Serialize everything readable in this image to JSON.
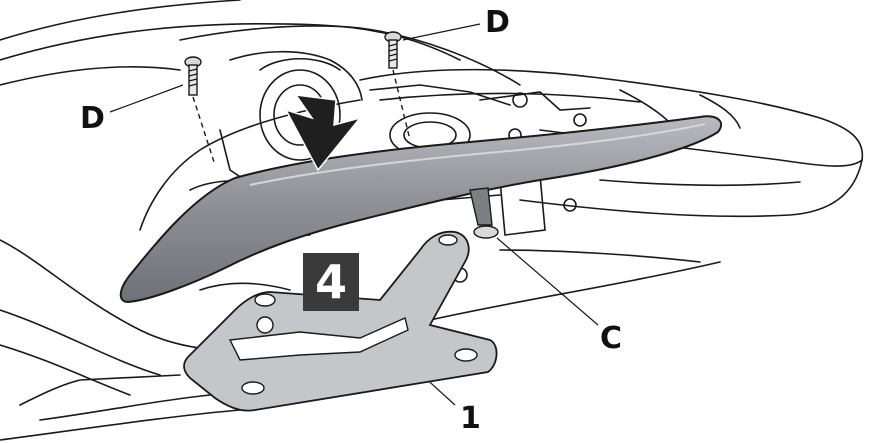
{
  "step_number": "4",
  "labels": {
    "bolt_top": "D",
    "bolt_left": "D",
    "bracket_point": "C",
    "part": "1"
  },
  "colors": {
    "grab_handle": "#8f9398",
    "bracket": "#c4c6c9",
    "line": "#1a1a1a",
    "step_box": "#3a3a3a"
  }
}
